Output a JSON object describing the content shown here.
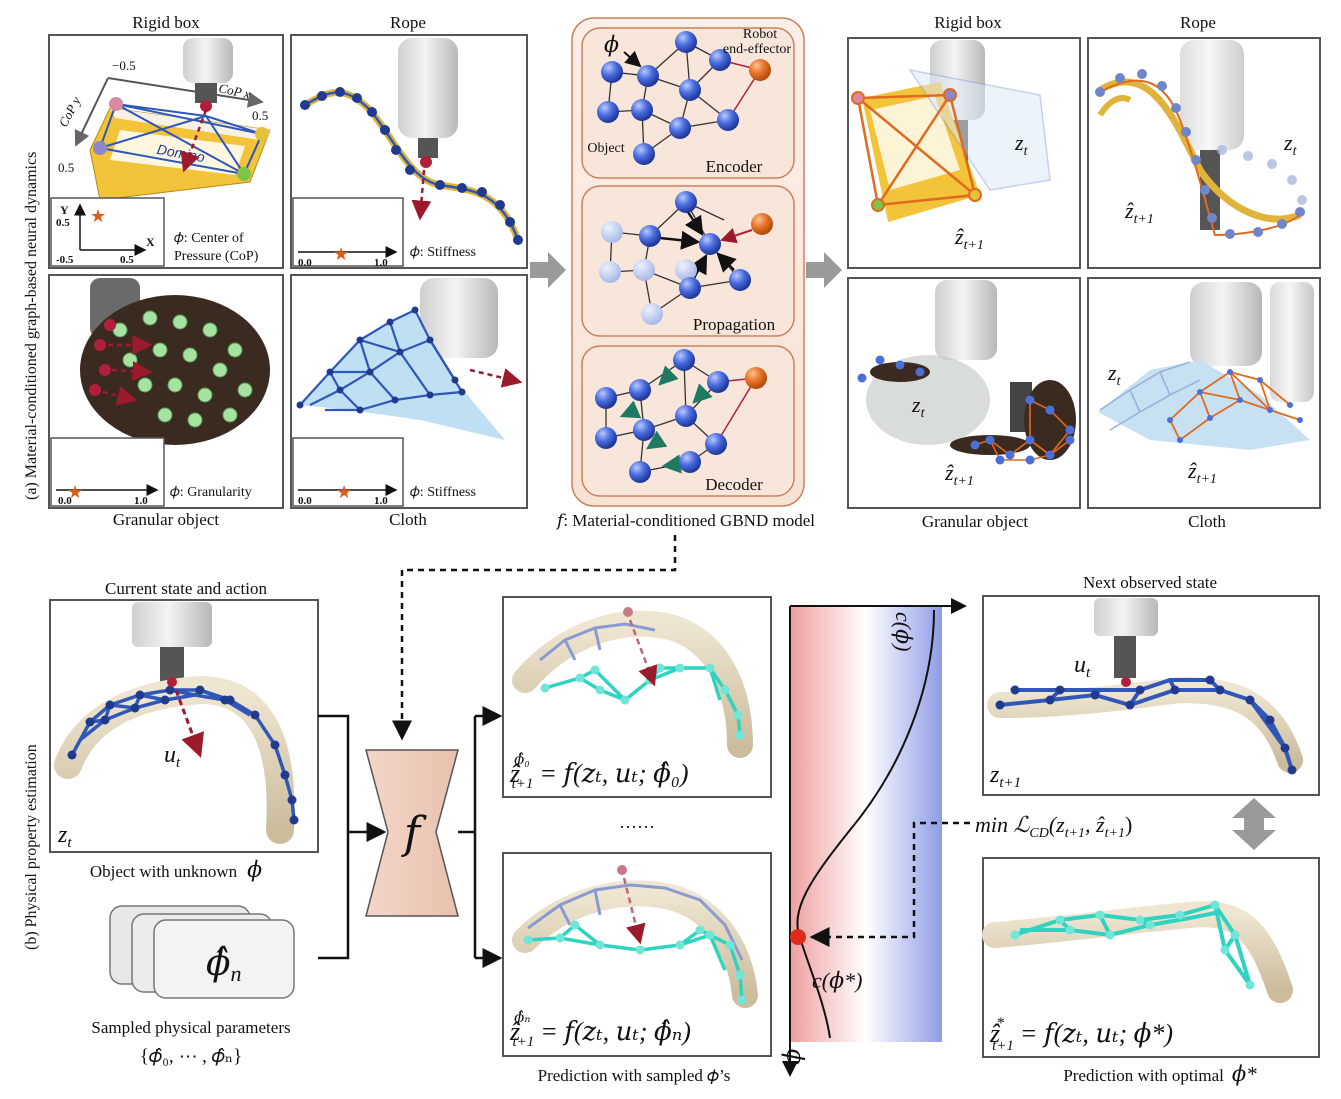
{
  "part_a": {
    "side_label": "(a) Material-conditioned graph-based neural dynamics",
    "panels": {
      "rigid_box": {
        "title": "Rigid box",
        "cop_x": "CoP x",
        "cop_y": "CoP y",
        "tick_neg": "−0.5",
        "tick_pos_x": "0.5",
        "tick_pos_y": "0.5",
        "inset_y": "Y",
        "inset_x": "X",
        "inset_y_top": "0.5",
        "inset_x_min": "-0.5",
        "inset_x_max": "0.5",
        "phi_line1": "𝜙: Center of",
        "phi_line2": "Pressure (CoP)"
      },
      "rope": {
        "title": "Rope",
        "scale_min": "0.0",
        "scale_max": "1.0",
        "phi": "𝜙: Stiffness"
      },
      "granular": {
        "title": "Granular object",
        "scale_min": "0.0",
        "scale_max": "1.0",
        "phi": "𝜙: Granularity"
      },
      "cloth": {
        "title": "Cloth",
        "scale_min": "0.0",
        "scale_max": "1.0",
        "phi": "𝜙: Stiffness"
      }
    },
    "model": {
      "phi": "𝜙",
      "robot_label_1": "Robot",
      "robot_label_2": "end-effector",
      "object_label": "Object",
      "encoder": "Encoder",
      "propagation": "Propagation",
      "decoder": "Decoder",
      "caption": "𝑓: Material-conditioned GBND model"
    },
    "outputs": {
      "rigid_box": {
        "title": "Rigid box",
        "z": "z",
        "z_sub": "t",
        "zhat": "ẑ",
        "zhat_sub": "t+1"
      },
      "rope": {
        "title": "Rope",
        "z": "z",
        "z_sub": "t",
        "zhat": "ẑ",
        "zhat_sub": "t+1"
      },
      "granular": {
        "title": "Granular object",
        "z": "z",
        "z_sub": "t",
        "zhat": "ẑ",
        "zhat_sub": "t+1"
      },
      "cloth": {
        "title": "Cloth",
        "z": "z",
        "z_sub": "t",
        "zhat": "ẑ",
        "zhat_sub": "t+1"
      }
    }
  },
  "part_b": {
    "side_label": "(b) Physical property estimation",
    "current": {
      "title": "Current state and action",
      "caption": "Object with unknown",
      "phi": "𝜙",
      "u": "u",
      "u_sub": "t",
      "z": "z",
      "z_sub": "t"
    },
    "sampled": {
      "card_label": "𝜙̂",
      "card_sub": "n",
      "caption": "Sampled physical parameters",
      "set": "{𝜙̂₀, ⋯ , 𝜙̂ₙ}"
    },
    "f_label": "𝑓",
    "pred0": {
      "formula": "ẑ",
      "sup": "𝜙̂₀",
      "sub": "t+1",
      "rhs": "= 𝑓(𝑧ₜ, 𝑢ₜ; 𝜙̂₀)"
    },
    "ellipsis": "……",
    "predn": {
      "formula": "ẑ",
      "sup": "𝜙̂ₙ",
      "sub": "t+1",
      "rhs": "= 𝑓(𝑧ₜ, 𝑢ₜ; 𝜙̂ₙ)"
    },
    "pred_caption": "Prediction with sampled 𝜙’s",
    "cost": {
      "c_phi": "c(𝜙)",
      "c_phi_star": "c(𝜙*)",
      "axis_label": "𝜙"
    },
    "loss": "min ℒ_CD(z_{t+1}, ẑ_{t+1})",
    "loss_main": "min ℒ",
    "loss_sub": "CD",
    "loss_args": "(z",
    "next": {
      "title": "Next observed state",
      "u": "u",
      "u_sub": "t",
      "z": "z",
      "z_sub": "t+1"
    },
    "optimal": {
      "formula": "ẑ",
      "sup": "*",
      "sub": "t+1",
      "rhs": "= 𝑓(𝑧ₜ, 𝑢ₜ; 𝜙*)",
      "caption": "Prediction with optimal",
      "phi_star": "𝜙*"
    }
  },
  "colors": {
    "blue_node": "#3b5fd0",
    "blue_edge": "#2f57b8",
    "orange_node": "#e06a1e",
    "red_edge": "#b0203a",
    "teal": "#2fd3c0",
    "green_arrow": "#1f7a62",
    "panel_border": "#555555",
    "model_bg": "#fbeee6",
    "model_border": "#c9825f"
  }
}
